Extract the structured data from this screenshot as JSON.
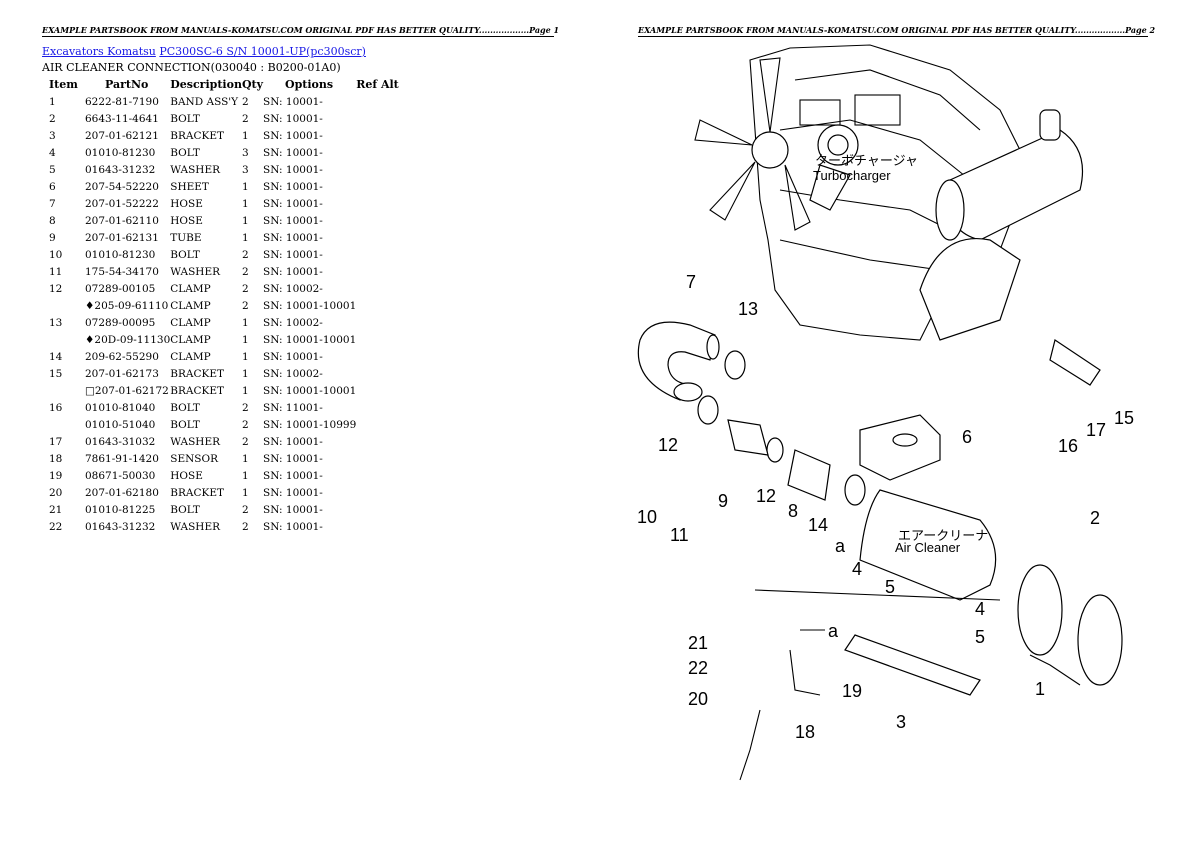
{
  "header_left": "EXAMPLE PARTSBOOK FROM MANUALS-KOMATSU.COM ORIGINAL PDF HAS BETTER QUALITY..................Page 1",
  "header_right": "EXAMPLE PARTSBOOK FROM MANUALS-KOMATSU.COM ORIGINAL PDF HAS BETTER QUALITY..................Page 2",
  "breadcrumb": {
    "link1": "Excavators Komatsu",
    "link2": "PC300SC-6 S/N 10001-UP(pc300scr)"
  },
  "section_title": "AIR CLEANER CONNECTION(030040 : B0200-01A0)",
  "table": {
    "headers": [
      "Item",
      "PartNo",
      "Description",
      "Qty",
      "Options",
      "Ref Alt"
    ],
    "rows": [
      [
        "1",
        "6222-81-7190",
        "BAND ASS'Y",
        "2",
        "SN: 10001-",
        ""
      ],
      [
        "2",
        "6643-11-4641",
        "BOLT",
        "2",
        "SN: 10001-",
        ""
      ],
      [
        "3",
        "207-01-62121",
        "BRACKET",
        "1",
        "SN: 10001-",
        ""
      ],
      [
        "4",
        "01010-81230",
        "BOLT",
        "3",
        "SN: 10001-",
        ""
      ],
      [
        "5",
        "01643-31232",
        "WASHER",
        "3",
        "SN: 10001-",
        ""
      ],
      [
        "6",
        "207-54-52220",
        "SHEET",
        "1",
        "SN: 10001-",
        ""
      ],
      [
        "7",
        "207-01-52222",
        "HOSE",
        "1",
        "SN: 10001-",
        ""
      ],
      [
        "8",
        "207-01-62110",
        "HOSE",
        "1",
        "SN: 10001-",
        ""
      ],
      [
        "9",
        "207-01-62131",
        "TUBE",
        "1",
        "SN: 10001-",
        ""
      ],
      [
        "10",
        "01010-81230",
        "BOLT",
        "2",
        "SN: 10001-",
        ""
      ],
      [
        "11",
        "175-54-34170",
        "WASHER",
        "2",
        "SN: 10001-",
        ""
      ],
      [
        "12",
        "07289-00105",
        "CLAMP",
        "2",
        "SN: 10002-",
        ""
      ],
      [
        "",
        "♦205-09-61110",
        "CLAMP",
        "2",
        "SN: 10001-10001",
        ""
      ],
      [
        "13",
        "07289-00095",
        "CLAMP",
        "1",
        "SN: 10002-",
        ""
      ],
      [
        "",
        "♦20D-09-11130",
        "CLAMP",
        "1",
        "SN: 10001-10001",
        ""
      ],
      [
        "14",
        "209-62-55290",
        "CLAMP",
        "1",
        "SN: 10001-",
        ""
      ],
      [
        "15",
        "207-01-62173",
        "BRACKET",
        "1",
        "SN: 10002-",
        ""
      ],
      [
        "",
        "□207-01-62172",
        "BRACKET",
        "1",
        "SN: 10001-10001",
        ""
      ],
      [
        "16",
        "01010-81040",
        "BOLT",
        "2",
        "SN: 11001-",
        ""
      ],
      [
        "",
        "01010-51040",
        "BOLT",
        "2",
        "SN: 10001-10999",
        ""
      ],
      [
        "17",
        "01643-31032",
        "WASHER",
        "2",
        "SN: 10001-",
        ""
      ],
      [
        "18",
        "7861-91-1420",
        "SENSOR",
        "1",
        "SN: 10001-",
        ""
      ],
      [
        "19",
        "08671-50030",
        "HOSE",
        "1",
        "SN: 10001-",
        ""
      ],
      [
        "20",
        "207-01-62180",
        "BRACKET",
        "1",
        "SN: 10001-",
        ""
      ],
      [
        "21",
        "01010-81225",
        "BOLT",
        "2",
        "SN: 10001-",
        ""
      ],
      [
        "22",
        "01643-31232",
        "WASHER",
        "2",
        "SN: 10001-",
        ""
      ]
    ]
  },
  "diagram": {
    "turbo_jp": "ターボチャージャ",
    "turbo_en": "Turbocharger",
    "aircleaner_jp": "エアークリーナ",
    "aircleaner_en": "Air  Cleaner",
    "callout_a": "a",
    "callouts": {
      "c1": "1",
      "c2": "2",
      "c3": "3",
      "c4a": "4",
      "c4b": "4",
      "c5a": "5",
      "c5b": "5",
      "c6": "6",
      "c7": "7",
      "c8": "8",
      "c9": "9",
      "c10": "10",
      "c11": "11",
      "c12a": "12",
      "c12b": "12",
      "c13": "13",
      "c14": "14",
      "c15": "15",
      "c16": "16",
      "c17": "17",
      "c18": "18",
      "c19": "19",
      "c20": "20",
      "c21": "21",
      "c22": "22"
    }
  }
}
